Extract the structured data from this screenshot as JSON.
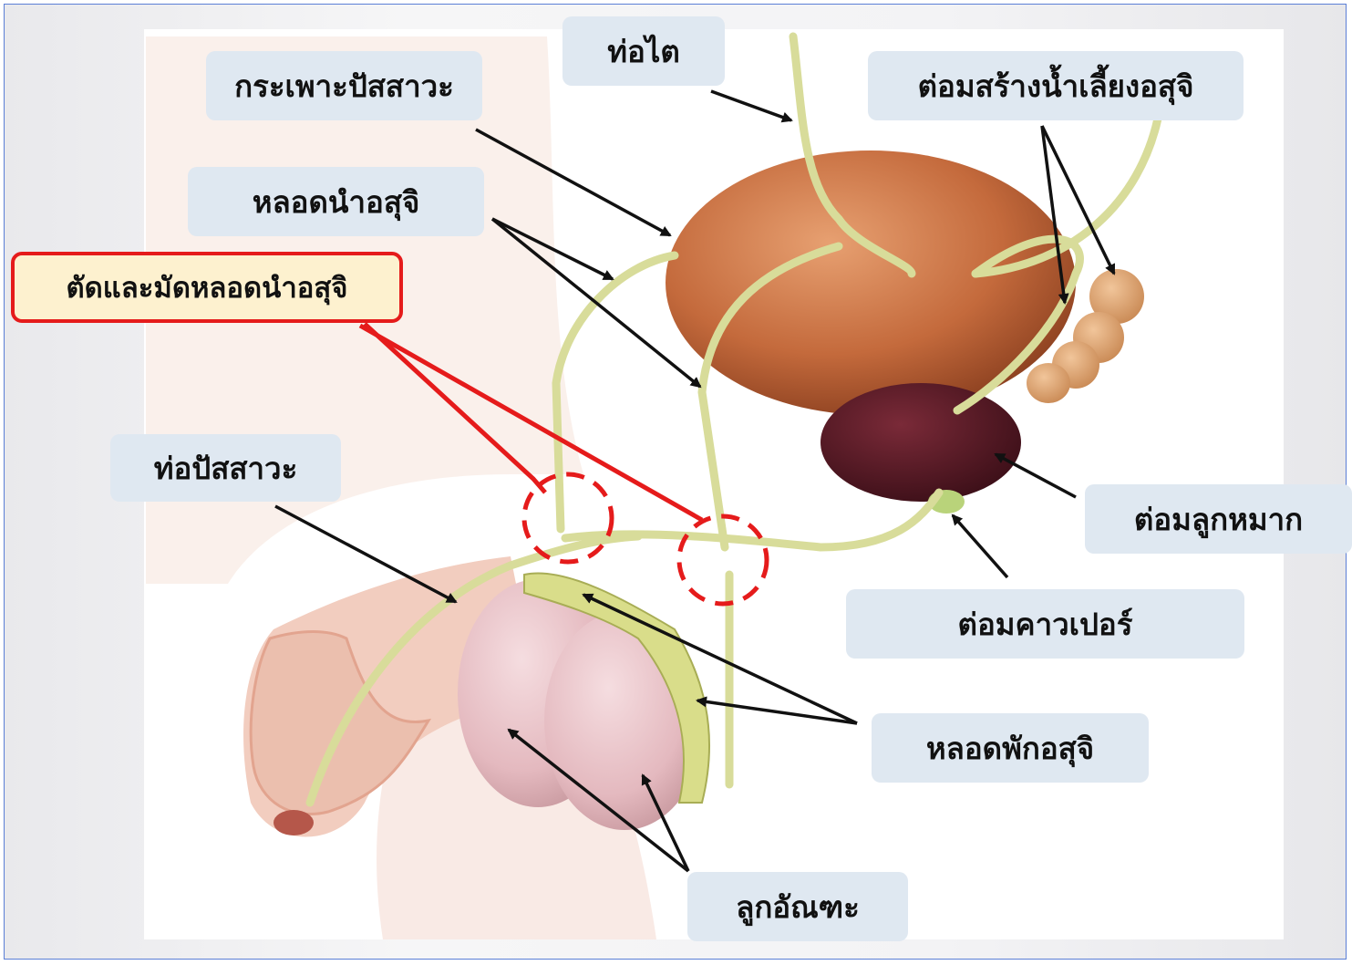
{
  "labels": {
    "kidney_tube": "ท่อไต",
    "bladder": "กระเพาะปัสสาวะ",
    "seminal_vesicle": "ต่อมสร้างน้ำเลี้ยงอสุจิ",
    "vas_deferens": "หลอดนำอสุจิ",
    "vasectomy": "ตัดและมัดหลอดนำอสุจิ",
    "urethra": "ท่อปัสสาวะ",
    "prostate": "ต่อมลูกหมาก",
    "cowper_gland": "ต่อมคาวเปอร์",
    "epididymis": "หลอดพักอสุจิ",
    "testicle": "ลูกอัณฑะ"
  },
  "colors": {
    "frame_border": "#5b7fd6",
    "label_bg": "#dfe8f1",
    "highlight_border": "#e51b1b",
    "highlight_bg": "#fdf1cf",
    "arrow": "#111111",
    "duct": "#d8dc9a"
  }
}
